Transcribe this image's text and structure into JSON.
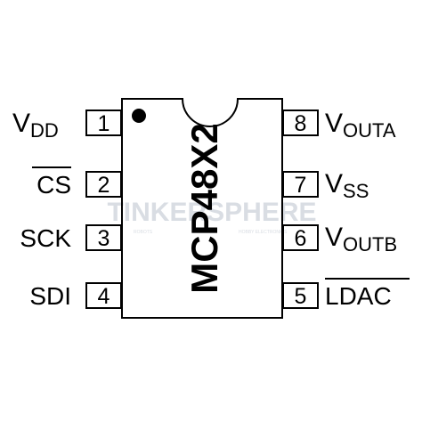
{
  "chip": {
    "part_number": "MCP48X2"
  },
  "watermark": {
    "text": "TINKERSPHERE",
    "left_tag": "ROBOTS",
    "right_tag": "HOBBY ELECTRONICS"
  },
  "pins": {
    "left": [
      {
        "number": "1",
        "name": "V",
        "sub": "DD",
        "overline": false
      },
      {
        "number": "2",
        "name": "CS",
        "sub": "",
        "overline": true
      },
      {
        "number": "3",
        "name": "SCK",
        "sub": "",
        "overline": false
      },
      {
        "number": "4",
        "name": "SDI",
        "sub": "",
        "overline": false
      }
    ],
    "right": [
      {
        "number": "8",
        "name": "V",
        "sub": "OUTA",
        "overline": false
      },
      {
        "number": "7",
        "name": "V",
        "sub": "SS",
        "overline": false
      },
      {
        "number": "6",
        "name": "V",
        "sub": "OUTB",
        "overline": false
      },
      {
        "number": "5",
        "name": "LDAC",
        "sub": "",
        "overline": true
      }
    ]
  }
}
